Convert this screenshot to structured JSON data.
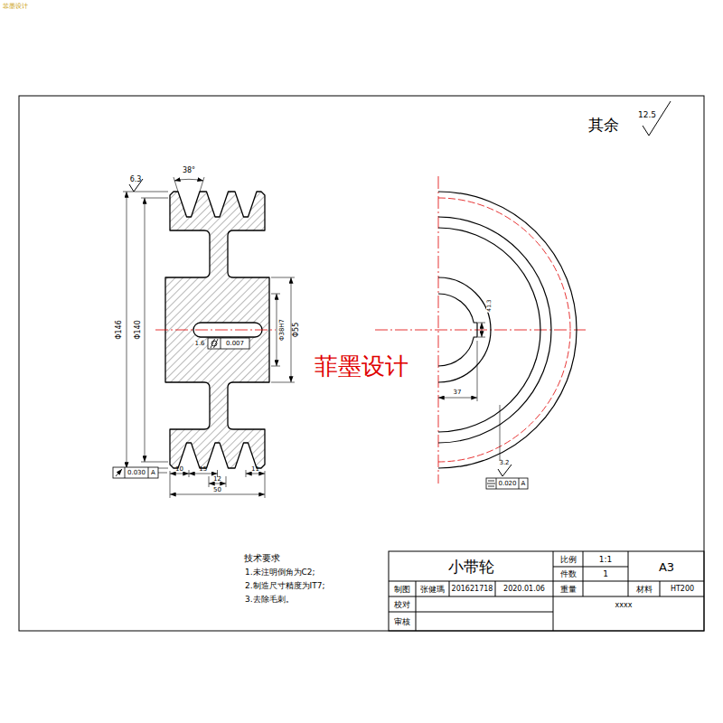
{
  "diagram": {
    "labels": [
      "菲墨设计",
      "其余",
      "12.5",
      "38°",
      "6.3",
      "Φ146",
      "Φ140",
      "Φ38H7",
      "Φ55",
      "1.6",
      "0.007",
      "0.030",
      "A",
      "10",
      "15",
      "12",
      "11",
      "50",
      "41.3",
      "37",
      "3.2",
      "0.020",
      "A",
      "菲墨设计",
      "技术要求",
      "1.未注明倒角为C2;",
      "2.制造尺寸精度为IT7;",
      "3.去除毛刺。",
      "小带轮",
      "比例",
      "1:1",
      "件数",
      "1",
      "A3",
      "制图",
      "张健瑪",
      "201621718",
      "2020.01.06",
      "重量",
      "材料",
      "HT200",
      "xxxx",
      "校对",
      "审核"
    ]
  }
}
